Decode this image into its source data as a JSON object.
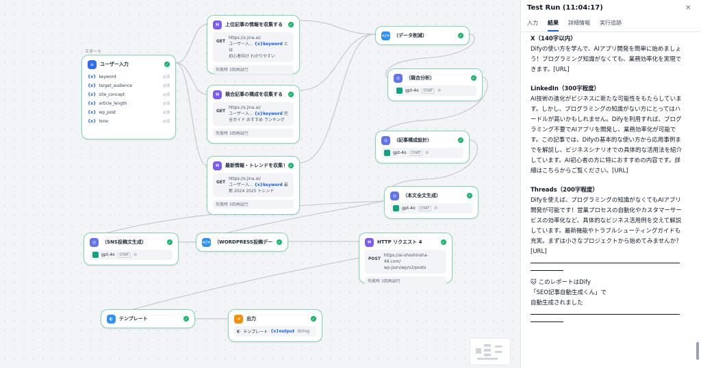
{
  "canvas": {
    "start_group_label": "スタート",
    "user_input": {
      "title": "ユーザー入力",
      "vars": [
        {
          "name": "keyword",
          "meta": "必須"
        },
        {
          "name": "target_audience",
          "meta": "必須"
        },
        {
          "name": "site_concept",
          "meta": "必須"
        },
        {
          "name": "article_length",
          "meta": "必須"
        },
        {
          "name": "wp_post",
          "meta": "必須"
        },
        {
          "name": "tone",
          "meta": "必須"
        }
      ]
    },
    "http1": {
      "title": "上位記事の情報を収集する",
      "method": "GET",
      "url_line1": "https://s.jina.ai/",
      "url_line2": "ユーザー入...",
      "kw": "{x}keyword",
      "url_tail1": "とは",
      "url_tail2": "初心者向け わかりやすい",
      "retry": "失敗時 3回再試行"
    },
    "http2": {
      "title": "競合記事の構成を収集する",
      "method": "GET",
      "url_line1": "https://s.jina.ai/",
      "url_line2": "ユーザー入...",
      "kw": "{x}keyword",
      "url_tail1": "完",
      "url_tail2": "全ガイド おすすめ ランキング",
      "retry": "失敗時 3回再試行"
    },
    "http3": {
      "title": "最新情報・トレンドを収集する",
      "method": "GET",
      "url_line1": "https://s.jina.ai/",
      "url_line2": "ユーザー入...",
      "kw": "{x}keyword",
      "url_tail1": "最",
      "url_tail2": "新 2024 2025 トレンド",
      "retry": "失敗時 3回再試行"
    },
    "data_reduce": {
      "title": "（データ削減）"
    },
    "competitor": {
      "title": "（競合分析）",
      "model": "gpt-4o",
      "tag": "CHAT"
    },
    "structure": {
      "title": "（記事構成設計）",
      "model": "gpt-4o",
      "tag": "CHAT"
    },
    "fulltext": {
      "title": "（本文全文生成）",
      "model": "gpt-4o",
      "tag": "CHAT"
    },
    "sns": {
      "title": "（SNS投稿文生成）",
      "model": "gpt-4o",
      "tag": "CHAT"
    },
    "wordpress": {
      "title": "（WORDPRESS投稿データ..."
    },
    "http4": {
      "title": "HTTP リクエスト 4",
      "method": "POST",
      "url_line1": "https://ai-shoshinsha-49.com/",
      "url_line2": "wp-json/wp/v2/posts",
      "retry": "失敗時 3回再試行"
    },
    "template": {
      "title": "テンプレート"
    },
    "output": {
      "title": "出力",
      "var_src": "テンプレート",
      "var_name": "{x}output",
      "var_type": "String"
    }
  },
  "panel": {
    "title": "Test Run (11:04:17)",
    "close": "×",
    "tabs": [
      "入力",
      "結果",
      "詳細情報",
      "実行追跡"
    ],
    "active_tab": "結果",
    "sections": [
      {
        "heading": "X（140字以内）",
        "body": "Difyの使い方を学んで、AIアプリ開発を簡単に始めましょう！プログラミング知識がなくても、業務効率化を実現できます。[URL]"
      },
      {
        "heading": "LinkedIn（300字程度）",
        "body": "AI技術の進化がビジネスに新たな可能性をもたらしています。しかし、プログラミングの知識がない方にとってはハードルが高いかもしれません。Difyを利用すれば、プログラミング不要でAIアプリを開発し、業務効率化が可能です。この記事では、Difyの基本的な使い方から応用事例までを解説し、ビジネスシナリオでの具体的な活用法を紹介しています。AI初心者の方に特におすすめの内容です。詳細はこちらからご覧ください。[URL]"
      },
      {
        "heading": "Threads（200字程度）",
        "body": "Difyを使えば、プログラミングの知識がなくてもAIアプリ開発が可能です！営業プロセスの自動化やカスタマーサービスの効率化など、具体的なビジネス活用例を交えて解説しています。最新機能やトラブルシューティングガイドも充実。まずは小さなプロジェクトから始めてみませんか？[URL]"
      }
    ],
    "footer_line1": "🐱 このレポートはDify",
    "footer_line2": "「SEO記事自動生成くん」で",
    "footer_line3": "自動生成されました"
  }
}
